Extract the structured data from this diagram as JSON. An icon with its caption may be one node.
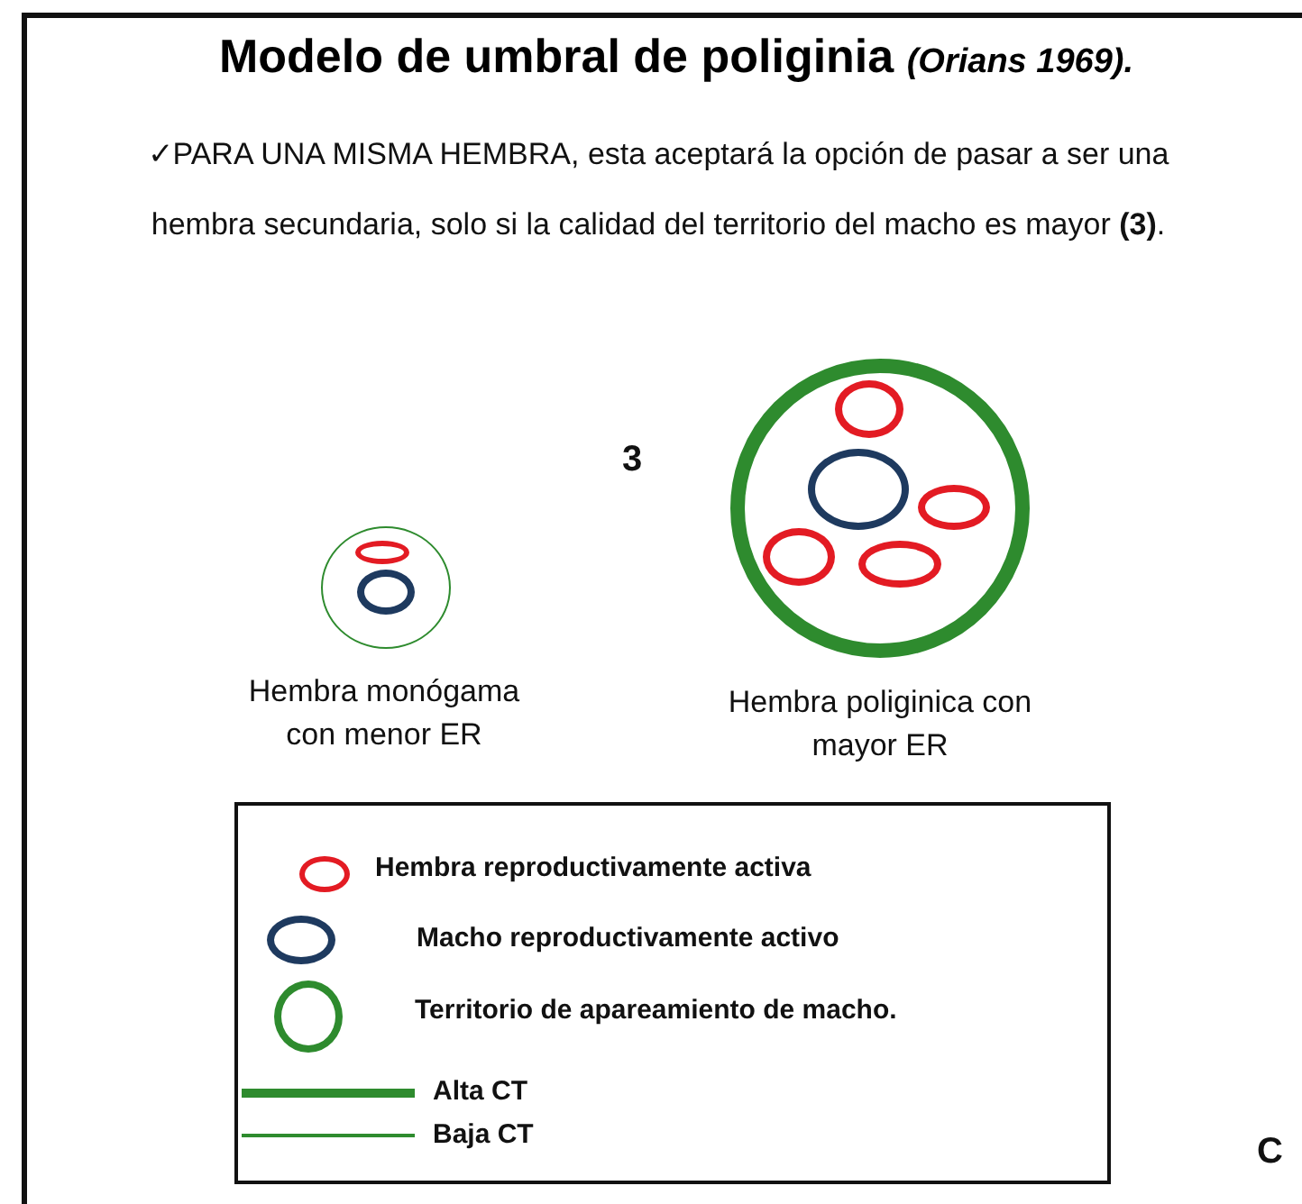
{
  "diagram": {
    "title": "Modelo de umbral de poliginia *(Orians 1969).*",
    "nodes": [
      {
        "text": [],
        "shape": "circle",
        "beside": [
          "Hembra monógama con menor ER"
        ]
      },
      {
        "text": [],
        "shape": "circle",
        "in": 0
      },
      {
        "text": [],
        "shape": "circle",
        "in": 0
      },
      {
        "text": [],
        "shape": "circle",
        "beside": [
          "Hembra poliginica con mayor ER"
        ]
      },
      {
        "text": [],
        "shape": "circle",
        "in": 3
      },
      {
        "text": [],
        "shape": "circle",
        "in": 3
      },
      {
        "text": [],
        "shape": "circle",
        "in": 3
      },
      {
        "text": [],
        "shape": "circle",
        "in": 3
      },
      {
        "text": [],
        "shape": "circle",
        "in": 3
      }
    ],
    "edges": [],
    "labels": [
      "✓PARA UNA MISMA HEMBRA, esta aceptará la opción de pasar a ser una hembra secundaria, solo si la calidad del territorio del macho es mayor **(3)**.",
      "3",
      "C"
    ],
    "legend": [
      {
        "text": "Hembra reproductivamente activa"
      },
      {
        "text": "Macho reproductivamente activo"
      },
      {
        "text": "Territorio de apareamiento de macho."
      },
      {
        "text": "Alta CT"
      },
      {
        "text": "Baja CT"
      }
    ]
  }
}
